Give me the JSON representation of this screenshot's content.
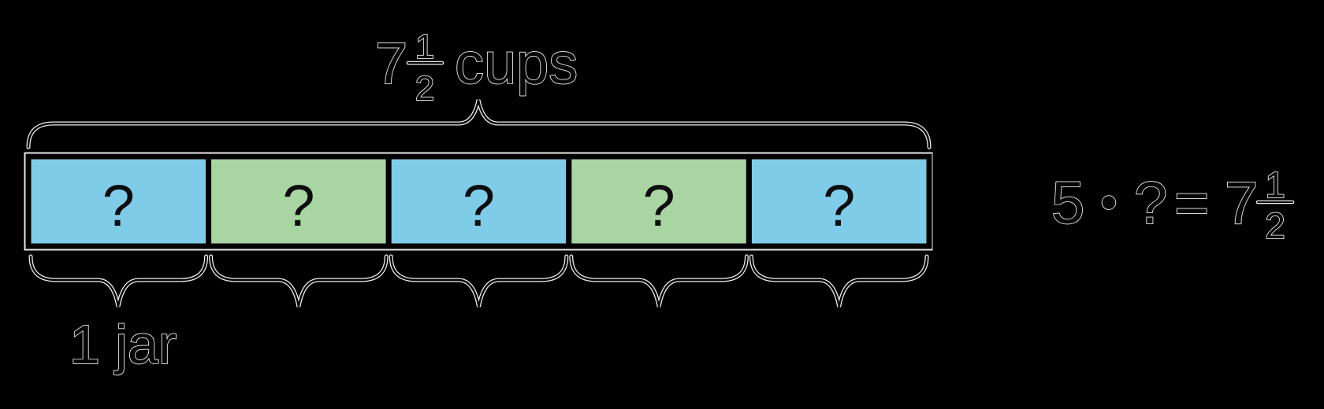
{
  "colors": {
    "background": "#000000",
    "tape_blue": "#7FCCE9",
    "tape_green": "#A9D5A2",
    "line_black": "#000000",
    "halo_white": "#EFEFEF"
  },
  "top_label": {
    "whole": "7",
    "numerator": "1",
    "denominator": "2",
    "unit": "cups"
  },
  "tape": {
    "cells": [
      {
        "label": "?",
        "color": "#7FCCE9"
      },
      {
        "label": "?",
        "color": "#A9D5A2"
      },
      {
        "label": "?",
        "color": "#7FCCE9"
      },
      {
        "label": "?",
        "color": "#A9D5A2"
      },
      {
        "label": "?",
        "color": "#7FCCE9"
      }
    ]
  },
  "bottom_label": {
    "text": "1 jar"
  },
  "equation": {
    "factor": "5",
    "operator": "•",
    "unknown": "?",
    "equals": "=",
    "whole": "7",
    "numerator": "1",
    "denominator": "2"
  }
}
